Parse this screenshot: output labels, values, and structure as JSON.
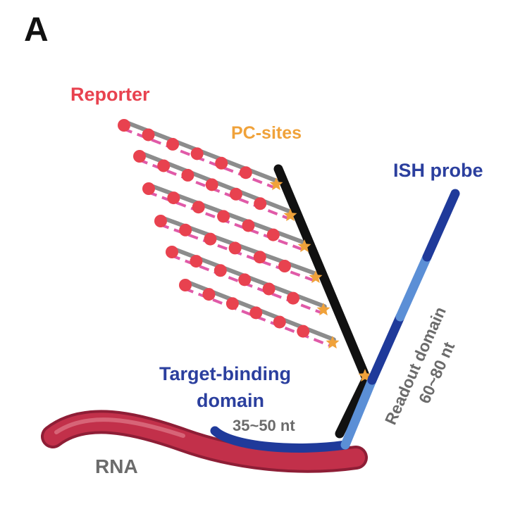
{
  "panel_letter": "A",
  "labels": {
    "reporter": "Reporter",
    "pc_sites": "PC-sites",
    "ish_probe": "ISH probe",
    "readout_domain": "Readout domain",
    "readout_length": "60~80 nt",
    "target_binding_line1": "Target-binding",
    "target_binding_line2": "domain",
    "target_length": "35~50 nt",
    "rna": "RNA"
  },
  "colors": {
    "reporter": "#e8424f",
    "pc_sites": "#f0a23a",
    "ish_probe": "#2b3f9e",
    "probe_dark": "#1f3a9a",
    "probe_light": "#5b8fd6",
    "rna": "#c2304a",
    "backbone": "#111111",
    "gray_text": "#6b6b6b",
    "strand_gray": "#8c8c8c",
    "strand_pink": "#e05aa8"
  }
}
